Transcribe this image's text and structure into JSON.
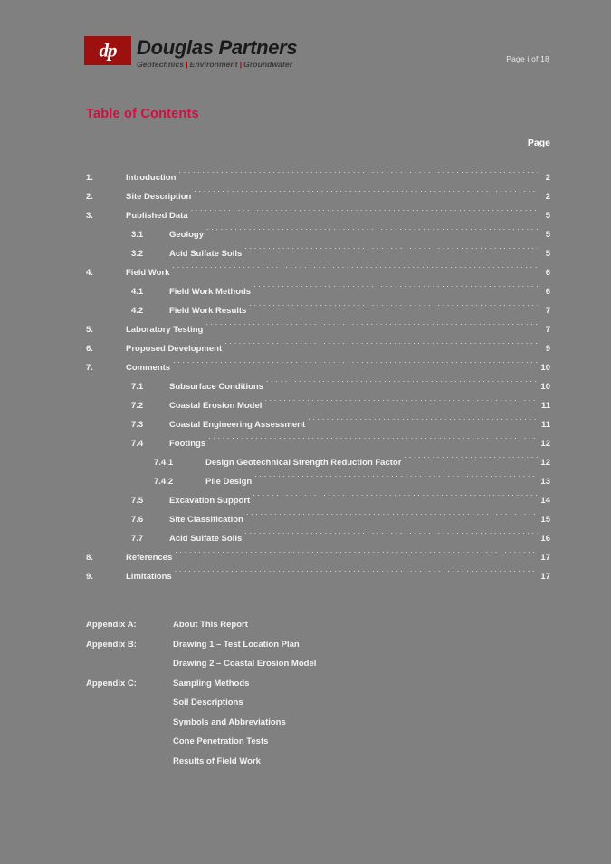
{
  "header": {
    "logo": {
      "monogram": "dp",
      "company_name": "Douglas Partners",
      "tagline_1": "Geotechnics",
      "tagline_2": "Environment",
      "tagline_3": "Groundwater",
      "separator": "|",
      "brand_color": "#9d1010"
    },
    "page_label": "Page i of 18"
  },
  "title": "Table of Contents",
  "title_color": "#cf1040",
  "page_column_header": "Page",
  "toc": [
    {
      "level": 1,
      "num": "1.",
      "label": "Introduction",
      "page": "2"
    },
    {
      "level": 1,
      "num": "2.",
      "label": "Site Description",
      "page": "2"
    },
    {
      "level": 1,
      "num": "3.",
      "label": "Published Data",
      "page": "5"
    },
    {
      "level": 2,
      "num": "3.1",
      "label": "Geology",
      "page": "5"
    },
    {
      "level": 2,
      "num": "3.2",
      "label": "Acid Sulfate Soils",
      "page": "5"
    },
    {
      "level": 1,
      "num": "4.",
      "label": "Field Work",
      "page": "6"
    },
    {
      "level": 2,
      "num": "4.1",
      "label": "Field Work Methods",
      "page": "6"
    },
    {
      "level": 2,
      "num": "4.2",
      "label": "Field Work Results",
      "page": "7"
    },
    {
      "level": 1,
      "num": "5.",
      "label": "Laboratory Testing",
      "page": "7"
    },
    {
      "level": 1,
      "num": "6.",
      "label": "Proposed Development",
      "page": "9"
    },
    {
      "level": 1,
      "num": "7.",
      "label": "Comments",
      "page": "10"
    },
    {
      "level": 2,
      "num": "7.1",
      "label": "Subsurface Conditions",
      "page": "10"
    },
    {
      "level": 2,
      "num": "7.2",
      "label": "Coastal Erosion Model",
      "page": "11"
    },
    {
      "level": 2,
      "num": "7.3",
      "label": "Coastal Engineering Assessment",
      "page": "11"
    },
    {
      "level": 2,
      "num": "7.4",
      "label": "Footings",
      "page": "12"
    },
    {
      "level": 3,
      "num": "7.4.1",
      "label": "Design Geotechnical Strength Reduction Factor",
      "page": "12"
    },
    {
      "level": 3,
      "num": "7.4.2",
      "label": "Pile Design",
      "page": "13"
    },
    {
      "level": 2,
      "num": "7.5",
      "label": "Excavation Support",
      "page": "14"
    },
    {
      "level": 2,
      "num": "7.6",
      "label": "Site Classification",
      "page": "15"
    },
    {
      "level": 2,
      "num": "7.7",
      "label": "Acid Sulfate Soils",
      "page": "16"
    },
    {
      "level": 1,
      "num": "8.",
      "label": "References",
      "page": "17"
    },
    {
      "level": 1,
      "num": "9.",
      "label": "Limitations",
      "page": "17"
    }
  ],
  "appendices": [
    {
      "key": "Appendix A:",
      "value": "About This Report"
    },
    {
      "key": "Appendix B:",
      "value": "Drawing 1 – Test Location Plan"
    },
    {
      "key": "",
      "value": "Drawing 2 – Coastal Erosion Model"
    },
    {
      "key": "Appendix C:",
      "value": "Sampling Methods"
    },
    {
      "key": "",
      "value": "Soil Descriptions"
    },
    {
      "key": "",
      "value": "Symbols and Abbreviations"
    },
    {
      "key": "",
      "value": "Cone Penetration Tests"
    },
    {
      "key": "",
      "value": "Results of Field Work"
    }
  ]
}
